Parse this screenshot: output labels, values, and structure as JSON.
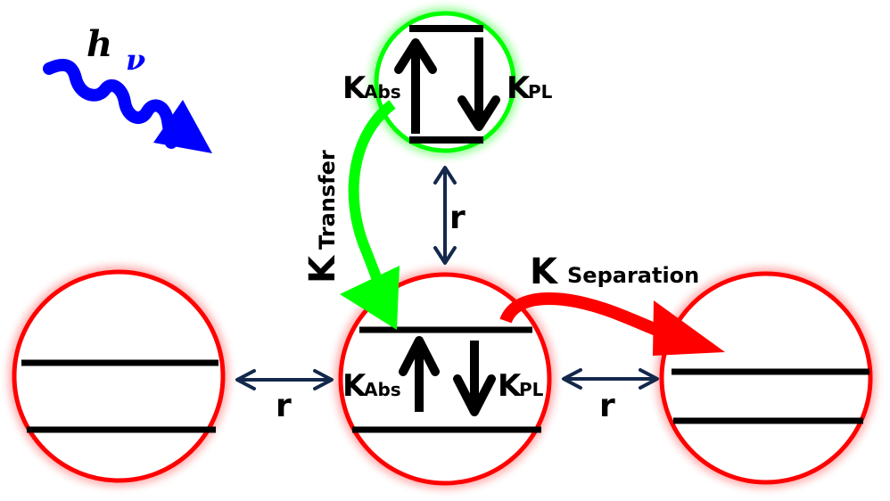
{
  "diagram": {
    "photon": {
      "label_h": "h",
      "label_nu": "ν",
      "color": "#0000ff"
    },
    "colors": {
      "donor_ring": "#00ff00",
      "acceptor_ring": "#ff0000",
      "transfer_arrow": "#00ff00",
      "separation_arrow": "#ff0000",
      "distance_arrow": "#14284b",
      "levels": "#000000"
    },
    "donor": {
      "k_abs": "K",
      "k_abs_sub": "Abs",
      "k_pl": "K",
      "k_pl_sub": "PL"
    },
    "center": {
      "k_abs": "K",
      "k_abs_sub": "Abs",
      "k_pl": "K",
      "k_pl_sub": "PL"
    },
    "transfer": {
      "k": "K",
      "sub": "Transfer"
    },
    "separation": {
      "k": "K",
      "sub": "Separation"
    },
    "distances": {
      "vertical": "r",
      "left": "r",
      "right": "r"
    }
  }
}
